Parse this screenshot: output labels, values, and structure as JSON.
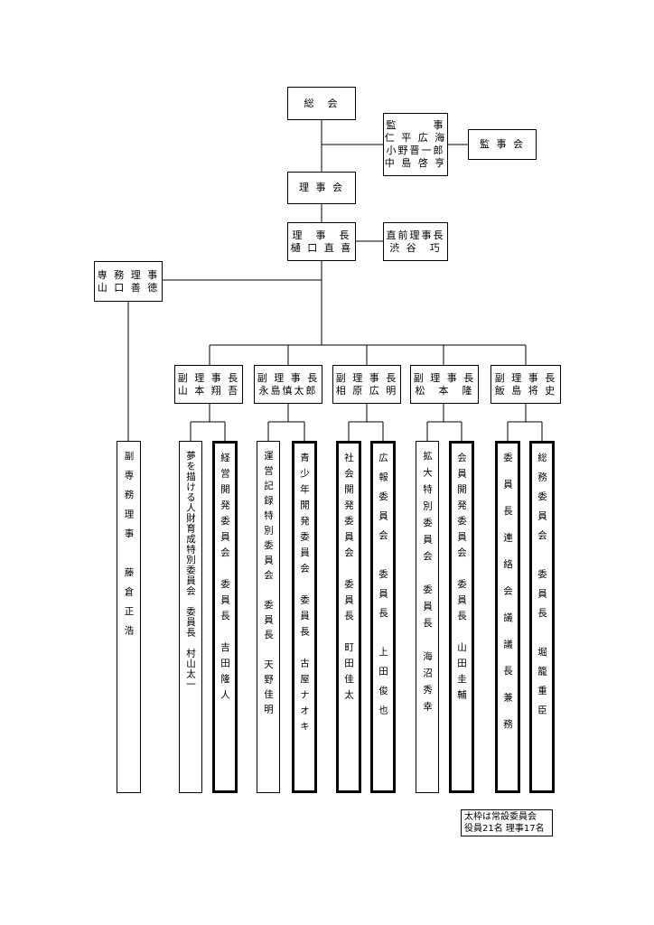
{
  "general_assembly": "総　会",
  "auditors": {
    "lines": [
      "監　　　事",
      "仁 平 広 海",
      "小野晋一郎",
      "中 島 啓 亨"
    ]
  },
  "audit_committee": "監 事 会",
  "board": "理 事 会",
  "president": {
    "lines": [
      "理　事　長",
      "樋 口 直 喜"
    ]
  },
  "former_president": {
    "lines": [
      "直前理事長",
      "渋 谷　巧"
    ]
  },
  "executive_director": {
    "lines": [
      "専 務 理 事",
      "山 口 善 徳"
    ]
  },
  "vice_presidents": [
    {
      "lines": [
        "副 理 事 長",
        "山 本 翔 吾"
      ]
    },
    {
      "lines": [
        "副 理 事 長",
        "永島慎太郎"
      ]
    },
    {
      "lines": [
        "副 理 事 長",
        "相 原 広 明"
      ]
    },
    {
      "lines": [
        "副 理 事 長",
        "松　本　隆"
      ]
    },
    {
      "lines": [
        "副 理 事 長",
        "飯 島 将 史"
      ]
    }
  ],
  "vice_executive_director": "副専務理事　藤倉正浩",
  "committees": [
    "夢を描ける人財育成特別委員会　委員長　村山太一",
    "経営開発委員会　委員長　吉田隆人",
    "運営記録特別委員会　委員長　天野佳明",
    "青少年開発委員会　委員長　古屋ナオキ",
    "社会開発委員会　委員長　町田佳太",
    "広報委員会　委員長　上田俊也",
    "拡大特別委員会　委員長　海沼秀幸",
    "会員開発委員会　委員長　山田圭輔",
    "委員長連絡会議議長兼務",
    "総務委員会　委員長　堀籠重臣"
  ],
  "legend": {
    "line1": "太枠は常設委員会",
    "line2": "役員21名 理事17名"
  }
}
